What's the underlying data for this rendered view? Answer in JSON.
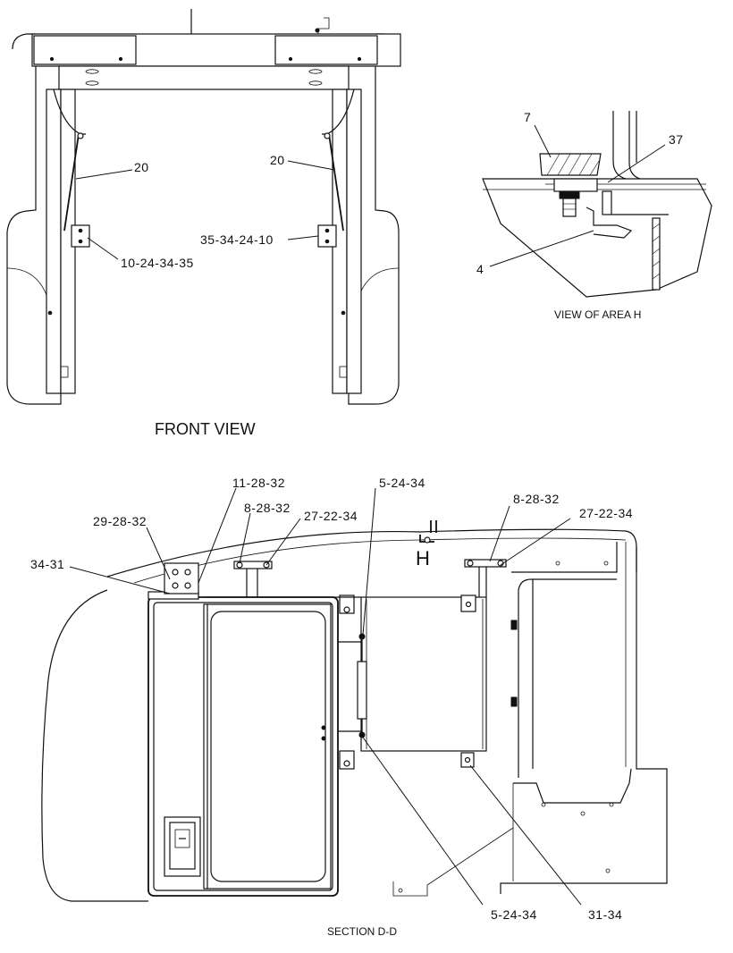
{
  "front_view": {
    "title": "FRONT VIEW",
    "callouts": {
      "left_20": "20",
      "right_20": "20",
      "left_bracket": "10-24-34-35",
      "right_bracket": "35-34-24-10"
    }
  },
  "area_h": {
    "title": "VIEW OF AREA  H",
    "callouts": {
      "item_7": "7",
      "item_37": "37",
      "item_4": "4"
    }
  },
  "section_dd": {
    "title": "SECTION  D-D",
    "section_marker": "H",
    "callouts": {
      "c_11_28_32": "11-28-32",
      "c_5_24_34_top": "5-24-34",
      "c_8_28_32_left": "8-28-32",
      "c_8_28_32_right": "8-28-32",
      "c_29_28_32": "29-28-32",
      "c_27_22_34_left": "27-22-34",
      "c_27_22_34_right": "27-22-34",
      "c_34_31": "34-31",
      "c_5_24_34_bottom": "5-24-34",
      "c_31_34": "31-34"
    }
  }
}
